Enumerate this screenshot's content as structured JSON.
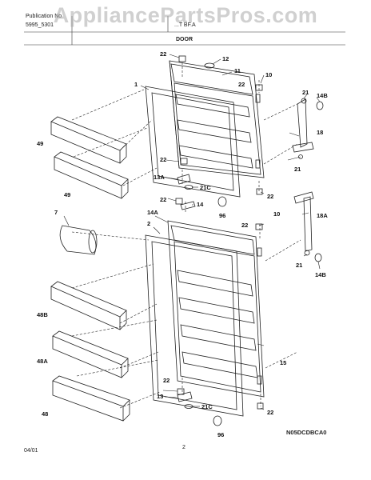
{
  "header": {
    "publication_label": "Publication No",
    "publication_number": "5995_5301",
    "model": "...T BF.A",
    "section": "DOOR"
  },
  "watermark": "AppliancePartsPros.com",
  "callouts": {
    "c22a": "22",
    "c12": "12",
    "c11": "11",
    "c10a": "10",
    "c22b": "22",
    "c1": "1",
    "c21a": "21",
    "c14Ba": "14B",
    "c18": "18",
    "c49a": "49",
    "c49b": "49",
    "c22c": "22",
    "c13A": "13A",
    "c21Ca": "21C",
    "c21b": "21",
    "c22d": "22",
    "c96a": "96",
    "c22e": "22",
    "c14": "14",
    "c7": "7",
    "c14A": "14A",
    "c2": "2",
    "c10b": "10",
    "c22f": "22",
    "c18A": "18A",
    "c21c": "21",
    "c14Bb": "14B",
    "c48B": "48B",
    "c48A": "48A",
    "c15": "15",
    "c22g": "22",
    "c13": "13",
    "c21Cb": "21C",
    "c48": "48",
    "c22h": "22",
    "c96b": "96"
  },
  "footer": {
    "diagram_code": "N05DCDBCA0",
    "date": "04/01",
    "page": "2"
  }
}
